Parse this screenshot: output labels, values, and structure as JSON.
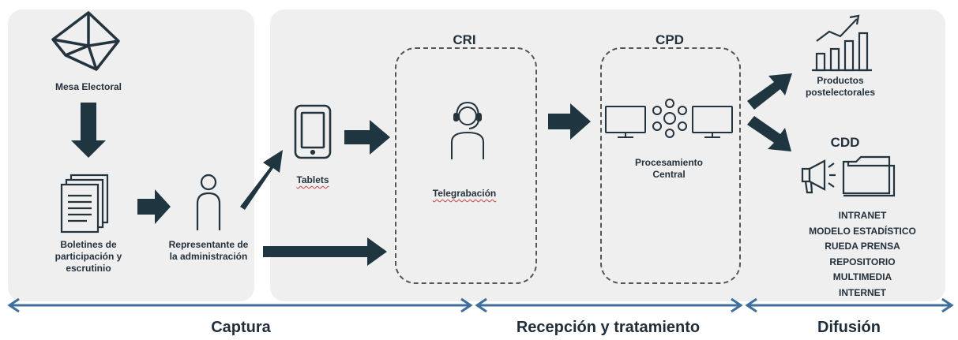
{
  "capture": {
    "mesa_electoral": "Mesa Electoral",
    "boletines": "Boletines de\nparticipación y\nescrutinio",
    "representante": "Representante de\nla administración",
    "tablets": "Tablets"
  },
  "reception": {
    "cri_title": "CRI",
    "telegrabacion": "Telegrabación",
    "cpd_title": "CPD",
    "procesamiento": "Procesamiento\nCentral"
  },
  "diffusion": {
    "productos": "Productos\npostelectorales",
    "cdd_title": "CDD",
    "channels": [
      "INTRANET",
      "MODELO ESTADÍSTICO",
      "RUEDA PRENSA",
      "REPOSITORIO",
      "MULTIMEDIA",
      "INTERNET"
    ]
  },
  "phases": {
    "captura": "Captura",
    "recepcion": "Recepción y tratamiento",
    "difusion": "Difusión"
  },
  "colors": {
    "panel": "#efefef",
    "arrow_dark": "#1f3540",
    "timeline_blue": "#3f6f9c",
    "icon_stroke": "#24343f"
  }
}
